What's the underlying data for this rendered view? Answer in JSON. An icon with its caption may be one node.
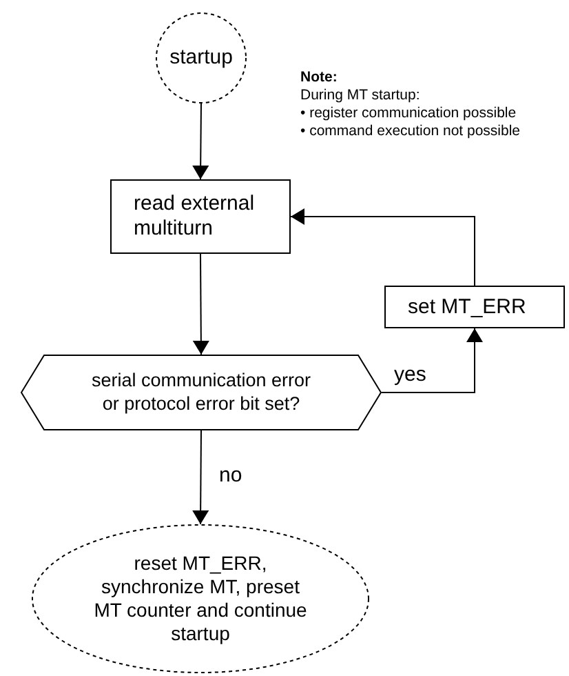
{
  "diagram": {
    "nodes": [
      {
        "text": [
          "startup"
        ]
      },
      {
        "text": [
          "read external multiturn"
        ]
      },
      {
        "text": [
          "set MT_ERR"
        ]
      },
      {
        "text": [
          "serial communication error or protocol error bit set?"
        ]
      },
      {
        "text": [
          "reset MT_ERR, synchronize MT, preset MT counter and continue startup"
        ]
      }
    ],
    "edges": [
      {
        "from": 0,
        "to": 1,
        "arrow": "to"
      },
      {
        "from": 1,
        "to": 3,
        "arrow": "to"
      },
      {
        "from": 3,
        "to": 2,
        "arrow": "to",
        "label": "yes"
      },
      {
        "from": 2,
        "to": 1,
        "arrow": "to"
      },
      {
        "from": 3,
        "to": 4,
        "arrow": "to",
        "label": "no"
      }
    ],
    "labels": [
      "Note:",
      "During MT startup:",
      "• register communication possible",
      "• command execution not possible"
    ]
  }
}
